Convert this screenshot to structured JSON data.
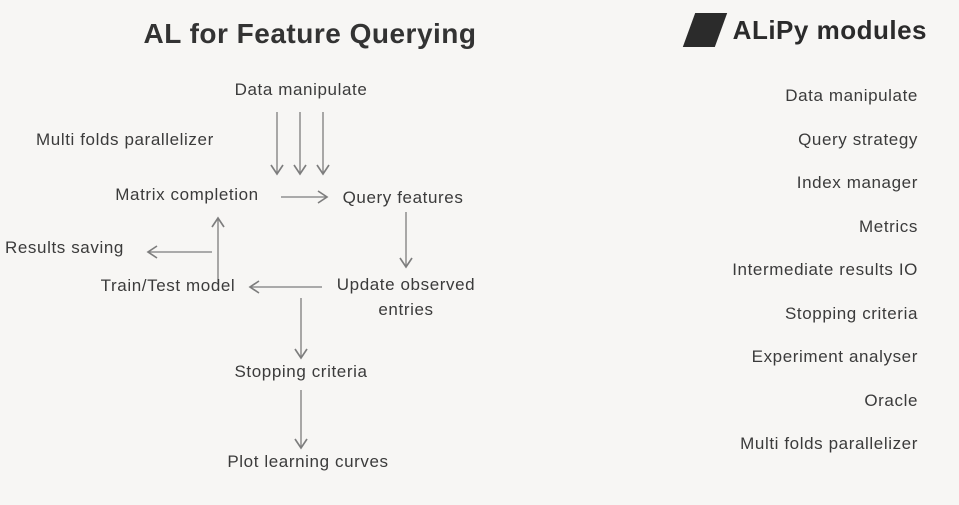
{
  "colors": {
    "background": "#f7f6f4",
    "text": "#3b3b3b",
    "title": "#333333",
    "arrow": "#7d7d7d",
    "logo": "#2b2b2b"
  },
  "left_panel": {
    "title": "AL for Feature Querying",
    "nodes": {
      "data_manipulate": "Data manipulate",
      "multi_folds_parallelizer": "Multi folds parallelizer",
      "matrix_completion": "Matrix completion",
      "query_features": "Query features",
      "results_saving": "Results saving",
      "train_test_model": "Train/Test model",
      "update_observed_line1": "Update observed",
      "update_observed_line2": "entries",
      "stopping_criteria": "Stopping criteria",
      "plot_learning_curves": "Plot learning curves"
    }
  },
  "right_panel": {
    "title": "ALiPy modules",
    "modules": [
      "Data manipulate",
      "Query strategy",
      "Index manager",
      "Metrics",
      "Intermediate results IO",
      "Stopping criteria",
      "Experiment analyser",
      "Oracle",
      "Multi folds parallelizer"
    ]
  }
}
